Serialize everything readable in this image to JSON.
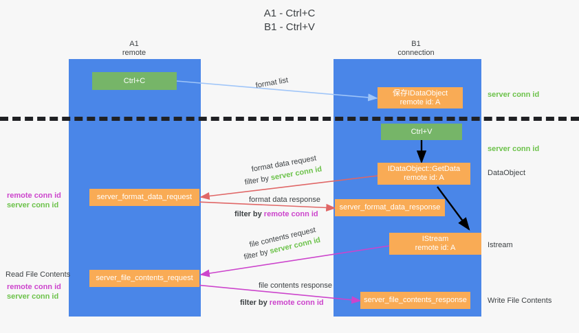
{
  "title": {
    "line1": "A1 - Ctrl+C",
    "line2": "B1 - Ctrl+V"
  },
  "lanes": [
    {
      "id": "a1",
      "name": "A1",
      "subtitle": "remote"
    },
    {
      "id": "b1",
      "name": "B1",
      "subtitle": "connection"
    }
  ],
  "colors": {
    "lane": "#4a86e8",
    "green_box": "#76b568",
    "orange_box": "#f9ab55",
    "server_conn_id": "#6cc24a",
    "remote_conn_id": "#cc44cc",
    "arrow_blue": "#9fc5f8",
    "arrow_red": "#e06666",
    "arrow_magenta": "#cc44cc",
    "arrow_black": "#000000",
    "background": "#f7f7f7",
    "text": "#3c4043"
  },
  "boxes": {
    "ctrl_c": {
      "label": "Ctrl+C",
      "style": "green"
    },
    "save_idataobject": {
      "line1": "保存IDataObject",
      "line2": "remote id: A",
      "style": "orange"
    },
    "ctrl_v": {
      "label": "Ctrl+V",
      "style": "green"
    },
    "getdata": {
      "line1": "IDataObject::GetData",
      "line2": "remote id: A",
      "style": "orange"
    },
    "server_format_data_request": {
      "label": "server_format_data_request",
      "style": "orange"
    },
    "server_format_data_response": {
      "label": "server_format_data_response",
      "style": "orange"
    },
    "istream": {
      "line1": "IStream",
      "line2": "remote id: A",
      "style": "orange"
    },
    "server_file_contents_request": {
      "label": "server_file_contents_request",
      "style": "orange"
    },
    "server_file_contents_response": {
      "label": "server_file_contents_response",
      "style": "orange"
    }
  },
  "edge_labels": {
    "format_list": "format list",
    "format_data_request": "format data request",
    "format_data_request_filter_prefix": "filter by ",
    "format_data_request_filter_value": "server conn id",
    "format_data_response": "format data response",
    "format_data_response_filter_prefix": "filter by ",
    "format_data_response_filter_value": "remote conn id",
    "file_contents_request": "file contents request",
    "file_contents_request_filter_prefix": "filter by ",
    "file_contents_request_filter_value": "server conn id",
    "file_contents_response": "file contents response",
    "file_contents_response_filter_prefix": "filter by ",
    "file_contents_response_filter_value": "remote conn id"
  },
  "side_annotations": {
    "right_server_conn_id_top": "server conn id",
    "right_server_conn_id_mid": "server conn id",
    "right_dataobject": "DataObject",
    "right_istream": "Istream",
    "right_write_file_contents": "Write File Contents",
    "left_remote_conn_id_1": "remote conn id",
    "left_server_conn_id_1": "server conn id",
    "left_read_file_contents": "Read File Contents",
    "left_remote_conn_id_2": "remote conn id",
    "left_server_conn_id_2": "server conn id"
  }
}
